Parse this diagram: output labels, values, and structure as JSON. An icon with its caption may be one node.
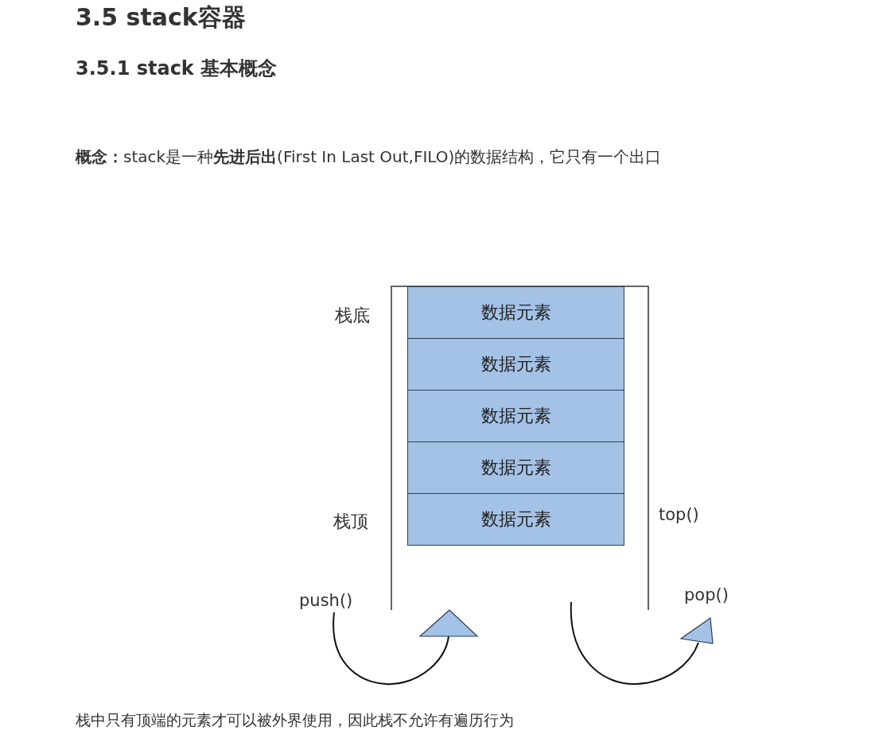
{
  "diagram": {
    "title": "3.5 stack容器",
    "nodes": [
      {
        "text": [
          "数据元素"
        ]
      },
      {
        "text": [
          "数据元素"
        ]
      },
      {
        "text": [
          "数据元素"
        ]
      },
      {
        "text": [
          "数据元素"
        ]
      },
      {
        "text": [
          "数据元素"
        ]
      }
    ],
    "edges": [],
    "labels": [
      "3.5.1 stack 基本概念",
      "**概念：**stack是一种**先进后出**(First In Last Out,FILO)的数据结构，它只有一个出口",
      "栈底",
      "栈顶",
      "top()",
      "pop()",
      "push()",
      "栈中只有顶端的元素才可以被外界使用，因此栈不允许有遍历行为"
    ]
  }
}
